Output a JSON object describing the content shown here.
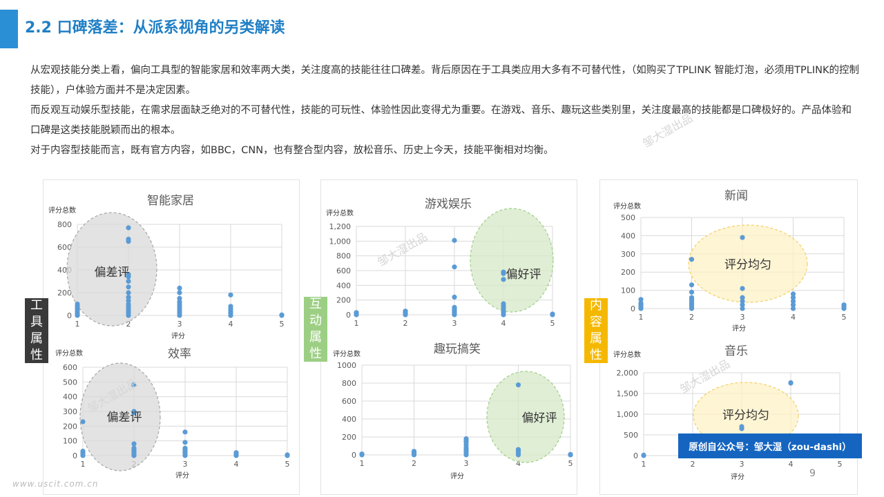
{
  "header": {
    "title": "2.2 口碑落差：从派系视角的另类解读"
  },
  "body_paragraphs": [
    "从宏观技能分类上看，偏向工具型的智能家居和效率两大类，关注度高的技能往往口碑差。背后原因在于工具类应用大多有不可替代性，（如购买了TPLINK 智能灯泡，必须用TPLINK的控制技能），户体验方面并不是决定因素。",
    "而反观互动娱乐型技能，在需求层面缺乏绝对的不可替代性，技能的可玩性、体验性因此变得尤为重要。在游戏、音乐、趣玩这些类别里，关注度最高的技能都是口碑极好的。产品体验和口碑是这类技能脱颖而出的根本。",
    "对于内容型技能而言，既有官方内容，如BBC，CNN，也有整合型内容，放松音乐、历史上今天，技能平衡相对均衡。"
  ],
  "side_tags": [
    {
      "label": "工具属性",
      "color": "#3a3a3a"
    },
    {
      "label": "互动属性",
      "color": "#9ccf84"
    },
    {
      "label": "内容属性",
      "color": "#f5b800"
    }
  ],
  "colors": {
    "accent": "#2b8fd6",
    "point": "#5b9bd5",
    "grey_ellipse": "#d9d9d9",
    "green_ellipse": "#d5e8c7",
    "yellow_ellipse": "#fdf1c6"
  },
  "chart_data": [
    {
      "type": "scatter",
      "title": "智能家居",
      "xlabel": "评分",
      "ylabel": "评分总数",
      "xlim": [
        1,
        5
      ],
      "ylim": [
        0,
        800
      ],
      "yticks": [
        "0",
        "200",
        "400",
        "600",
        "800"
      ],
      "xticks": [
        "1",
        "2",
        "3",
        "4",
        "5"
      ],
      "annotation": "偏差评",
      "annotation_style": "grey",
      "points": [
        [
          1,
          0
        ],
        [
          1,
          10
        ],
        [
          1,
          20
        ],
        [
          1,
          40
        ],
        [
          1,
          60
        ],
        [
          1,
          80
        ],
        [
          1,
          100
        ],
        [
          2,
          0
        ],
        [
          2,
          20
        ],
        [
          2,
          40
        ],
        [
          2,
          60
        ],
        [
          2,
          80
        ],
        [
          2,
          100
        ],
        [
          2,
          130
        ],
        [
          2,
          160
        ],
        [
          2,
          200
        ],
        [
          2,
          250
        ],
        [
          2,
          300
        ],
        [
          2,
          340
        ],
        [
          2,
          360
        ],
        [
          2,
          650
        ],
        [
          2,
          670
        ],
        [
          2,
          770
        ],
        [
          3,
          0
        ],
        [
          3,
          20
        ],
        [
          3,
          40
        ],
        [
          3,
          60
        ],
        [
          3,
          80
        ],
        [
          3,
          100
        ],
        [
          3,
          120
        ],
        [
          3,
          150
        ],
        [
          3,
          200
        ],
        [
          3,
          240
        ],
        [
          4,
          0
        ],
        [
          4,
          20
        ],
        [
          4,
          40
        ],
        [
          4,
          60
        ],
        [
          4,
          80
        ],
        [
          4,
          180
        ],
        [
          5,
          0
        ],
        [
          5,
          5
        ]
      ]
    },
    {
      "type": "scatter",
      "title": "效率",
      "xlabel": "评分",
      "ylabel": "评分总数",
      "xlim": [
        1,
        5
      ],
      "ylim": [
        0,
        600
      ],
      "yticks": [
        "0",
        "100",
        "200",
        "300",
        "400",
        "500",
        "600"
      ],
      "xticks": [
        "1",
        "2",
        "3",
        "4",
        "5"
      ],
      "annotation": "偏差评",
      "annotation_style": "grey",
      "points": [
        [
          1,
          0
        ],
        [
          1,
          10
        ],
        [
          1,
          20
        ],
        [
          1,
          30
        ],
        [
          1,
          230
        ],
        [
          2,
          0
        ],
        [
          2,
          10
        ],
        [
          2,
          20
        ],
        [
          2,
          30
        ],
        [
          2,
          40
        ],
        [
          2,
          50
        ],
        [
          2,
          80
        ],
        [
          2,
          290
        ],
        [
          2,
          300
        ],
        [
          2,
          480
        ],
        [
          3,
          0
        ],
        [
          3,
          10
        ],
        [
          3,
          20
        ],
        [
          3,
          30
        ],
        [
          3,
          40
        ],
        [
          3,
          50
        ],
        [
          3,
          90
        ],
        [
          3,
          160
        ],
        [
          4,
          0
        ],
        [
          4,
          10
        ],
        [
          4,
          20
        ],
        [
          5,
          0
        ],
        [
          5,
          5
        ]
      ]
    },
    {
      "type": "scatter",
      "title": "游戏娱乐",
      "xlabel": "",
      "ylabel": "评分总数",
      "xlim": [
        1,
        5
      ],
      "ylim": [
        0,
        1200
      ],
      "yticks": [
        "0",
        "200",
        "400",
        "600",
        "800",
        "1,000",
        "1,200"
      ],
      "xticks": [
        "1",
        "2",
        "3",
        "4",
        "5"
      ],
      "annotation": "偏好评",
      "annotation_style": "green",
      "points": [
        [
          1,
          0
        ],
        [
          1,
          10
        ],
        [
          1,
          20
        ],
        [
          1,
          30
        ],
        [
          2,
          0
        ],
        [
          2,
          10
        ],
        [
          2,
          20
        ],
        [
          2,
          30
        ],
        [
          2,
          50
        ],
        [
          3,
          0
        ],
        [
          3,
          20
        ],
        [
          3,
          40
        ],
        [
          3,
          60
        ],
        [
          3,
          80
        ],
        [
          3,
          100
        ],
        [
          3,
          240
        ],
        [
          3,
          650
        ],
        [
          3,
          1010
        ],
        [
          4,
          0
        ],
        [
          4,
          30
        ],
        [
          4,
          60
        ],
        [
          4,
          90
        ],
        [
          4,
          120
        ],
        [
          4,
          150
        ],
        [
          4,
          480
        ],
        [
          4,
          560
        ],
        [
          4,
          580
        ],
        [
          5,
          0
        ],
        [
          5,
          10
        ]
      ]
    },
    {
      "type": "scatter",
      "title": "趣玩搞笑",
      "xlabel": "评分",
      "ylabel": "评分总数",
      "xlim": [
        1,
        5
      ],
      "ylim": [
        0,
        1000
      ],
      "yticks": [
        "0",
        "200",
        "400",
        "600",
        "800",
        "1000"
      ],
      "xticks": [
        "1",
        "2",
        "3",
        "4",
        "5"
      ],
      "annotation": "偏好评",
      "annotation_style": "green",
      "points": [
        [
          1,
          0
        ],
        [
          1,
          10
        ],
        [
          2,
          0
        ],
        [
          2,
          10
        ],
        [
          2,
          20
        ],
        [
          2,
          30
        ],
        [
          2,
          40
        ],
        [
          3,
          0
        ],
        [
          3,
          20
        ],
        [
          3,
          40
        ],
        [
          3,
          60
        ],
        [
          3,
          80
        ],
        [
          3,
          110
        ],
        [
          3,
          140
        ],
        [
          3,
          160
        ],
        [
          3,
          180
        ],
        [
          4,
          0
        ],
        [
          4,
          20
        ],
        [
          4,
          40
        ],
        [
          4,
          60
        ],
        [
          4,
          780
        ],
        [
          5,
          0
        ],
        [
          5,
          5
        ]
      ]
    },
    {
      "type": "scatter",
      "title": "新闻",
      "xlabel": "评分",
      "ylabel": "评分总数",
      "xlim": [
        1,
        5
      ],
      "ylim": [
        0,
        500
      ],
      "yticks": [
        "0",
        "100",
        "200",
        "300",
        "400",
        "500"
      ],
      "xticks": [
        "1",
        "2",
        "3",
        "4",
        "5"
      ],
      "annotation": "评分均匀",
      "annotation_style": "yellow",
      "points": [
        [
          1,
          0
        ],
        [
          1,
          10
        ],
        [
          1,
          20
        ],
        [
          1,
          30
        ],
        [
          1,
          50
        ],
        [
          2,
          0
        ],
        [
          2,
          10
        ],
        [
          2,
          20
        ],
        [
          2,
          30
        ],
        [
          2,
          40
        ],
        [
          2,
          50
        ],
        [
          2,
          60
        ],
        [
          2,
          90
        ],
        [
          2,
          130
        ],
        [
          2,
          270
        ],
        [
          3,
          0
        ],
        [
          3,
          20
        ],
        [
          3,
          40
        ],
        [
          3,
          60
        ],
        [
          3,
          110
        ],
        [
          3,
          390
        ],
        [
          4,
          0
        ],
        [
          4,
          20
        ],
        [
          4,
          40
        ],
        [
          4,
          60
        ],
        [
          4,
          80
        ],
        [
          5,
          0
        ],
        [
          5,
          10
        ],
        [
          5,
          20
        ]
      ]
    },
    {
      "type": "scatter",
      "title": "音乐",
      "xlabel": "评分",
      "ylabel": "评分总数",
      "xlim": [
        1,
        5
      ],
      "ylim": [
        0,
        2000
      ],
      "yticks": [
        "0",
        "500",
        "1,000",
        "1,500",
        "2,000"
      ],
      "xticks": [
        "1",
        "2",
        "3",
        "4",
        "5"
      ],
      "annotation": "评分均匀",
      "annotation_style": "yellow",
      "points": [
        [
          1,
          0
        ],
        [
          1,
          10
        ],
        [
          3,
          650
        ],
        [
          3,
          700
        ],
        [
          4,
          1750
        ],
        [
          4,
          1760
        ]
      ]
    }
  ],
  "footer": {
    "banner": "原创自公众号：邹大湿（zou-dashi）",
    "page_number": "9",
    "watermark_url": "www.uscit.com.cn",
    "watermark_text": "邹大湿出品"
  }
}
